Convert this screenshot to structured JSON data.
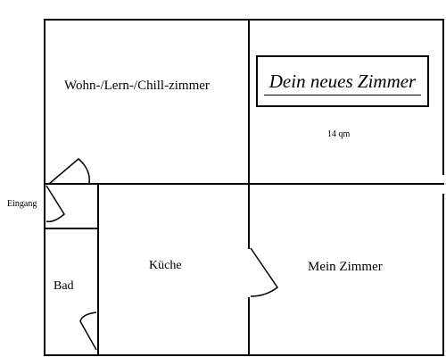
{
  "rooms": {
    "wohn": "Wohn-/Lern-/Chill-zimmer",
    "new_room_size": "14 qm",
    "eingang": "Eingang",
    "kueche": "Küche",
    "mein_zimmer": "Mein Zimmer",
    "bad": "Bad"
  },
  "title": "Dein neues Zimmer",
  "colors": {
    "line": "#000000",
    "background": "#ffffff"
  }
}
